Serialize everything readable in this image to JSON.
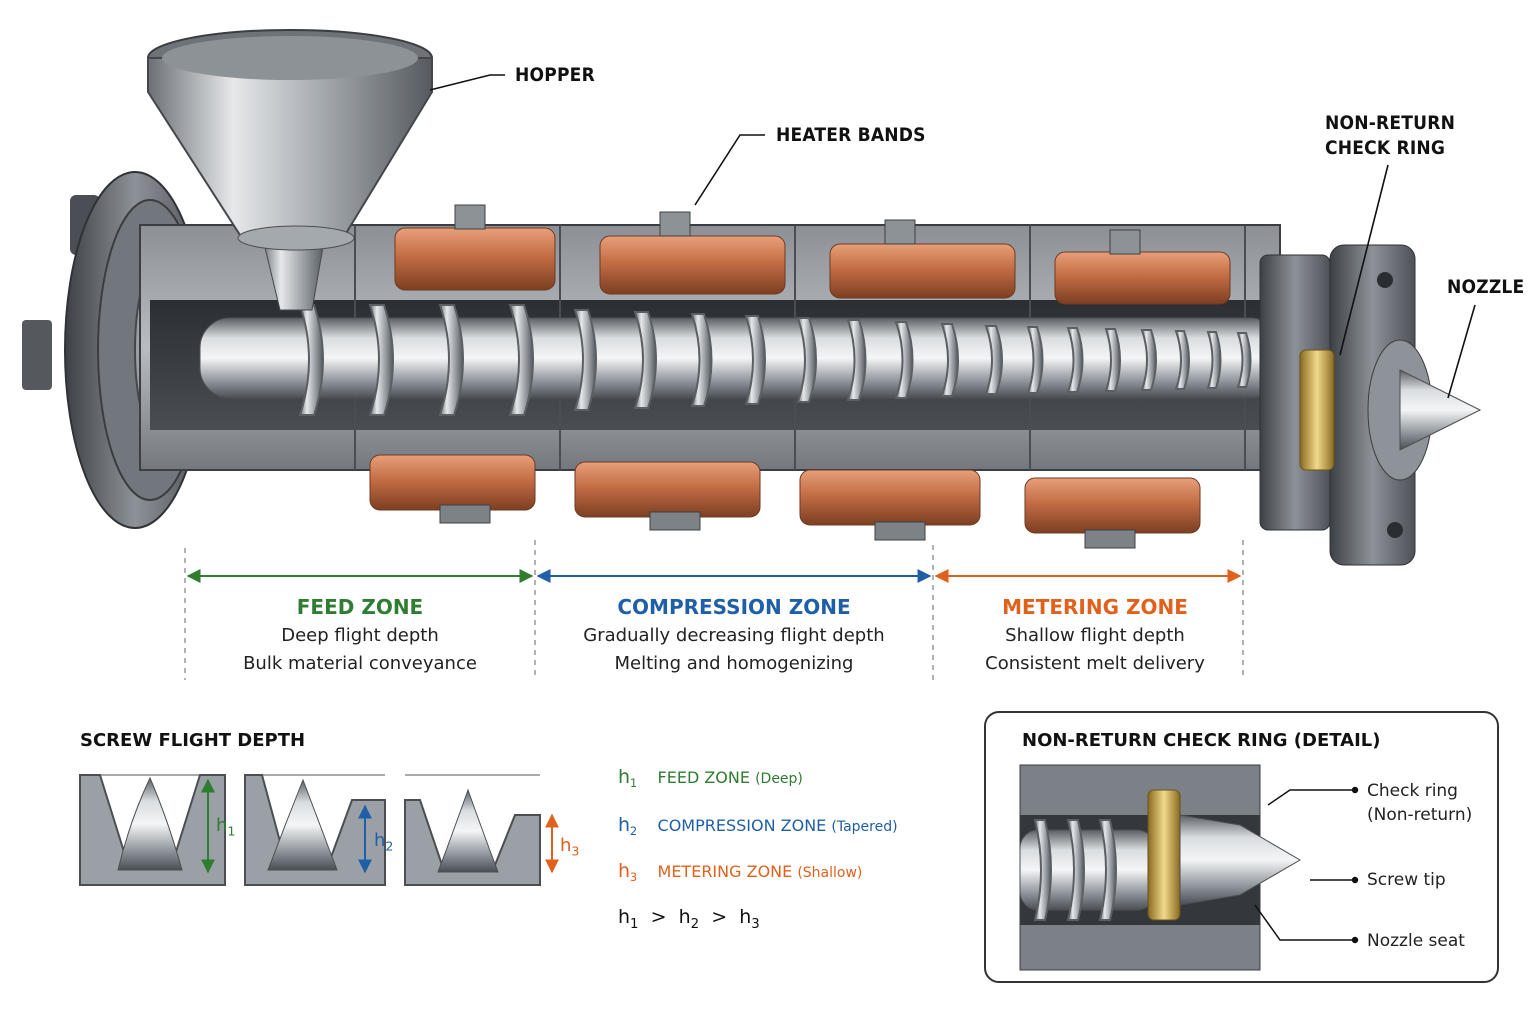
{
  "callouts": {
    "hopper": "HOPPER",
    "heater_bands": "HEATER BANDS",
    "check_ring_line1": "NON-RETURN",
    "check_ring_line2": "CHECK RING",
    "nozzle": "NOZZLE"
  },
  "zones": [
    {
      "title": "FEED ZONE",
      "line1": "Deep flight depth",
      "line2": "Bulk material conveyance",
      "color": "#2e7d32"
    },
    {
      "title": "COMPRESSION ZONE",
      "line1": "Gradually decreasing flight depth",
      "line2": "Melting and homogenizing",
      "color": "#1f5fa8"
    },
    {
      "title": "METERING ZONE",
      "line1": "Shallow flight depth",
      "line2": "Consistent melt delivery",
      "color": "#e0601c"
    }
  ],
  "flight_depth": {
    "title": "SCREW FLIGHT DEPTH",
    "h1_symbol": "h",
    "h1_index": "1",
    "h2_symbol": "h",
    "h2_index": "2",
    "h3_symbol": "h",
    "h3_index": "3",
    "legend": [
      {
        "h": "h",
        "idx": "1",
        "name": "FEED ZONE",
        "note": "(Deep)",
        "color": "#2e7d32"
      },
      {
        "h": "h",
        "idx": "2",
        "name": "COMPRESSION ZONE",
        "note": "(Tapered)",
        "color": "#1f5fa8"
      },
      {
        "h": "h",
        "idx": "3",
        "name": "METERING ZONE",
        "note": "(Shallow)",
        "color": "#e0601c"
      }
    ],
    "relation": {
      "h1": "h",
      "i1": "1",
      "gt1": ">",
      "h2": "h",
      "i2": "2",
      "gt2": ">",
      "h3": "h",
      "i3": "3"
    }
  },
  "detail": {
    "title": "NON-RETURN CHECK RING (DETAIL)",
    "check_ring_line1": "Check ring",
    "check_ring_line2": "(Non-return)",
    "screw_tip": "Screw tip",
    "nozzle_seat": "Nozzle seat"
  },
  "colors": {
    "steel": "#9aa0a6",
    "copper": "#c8744a",
    "brass": "#c9a64a",
    "feed": "#2e7d32",
    "compression": "#1f5fa8",
    "metering": "#e0601c"
  }
}
